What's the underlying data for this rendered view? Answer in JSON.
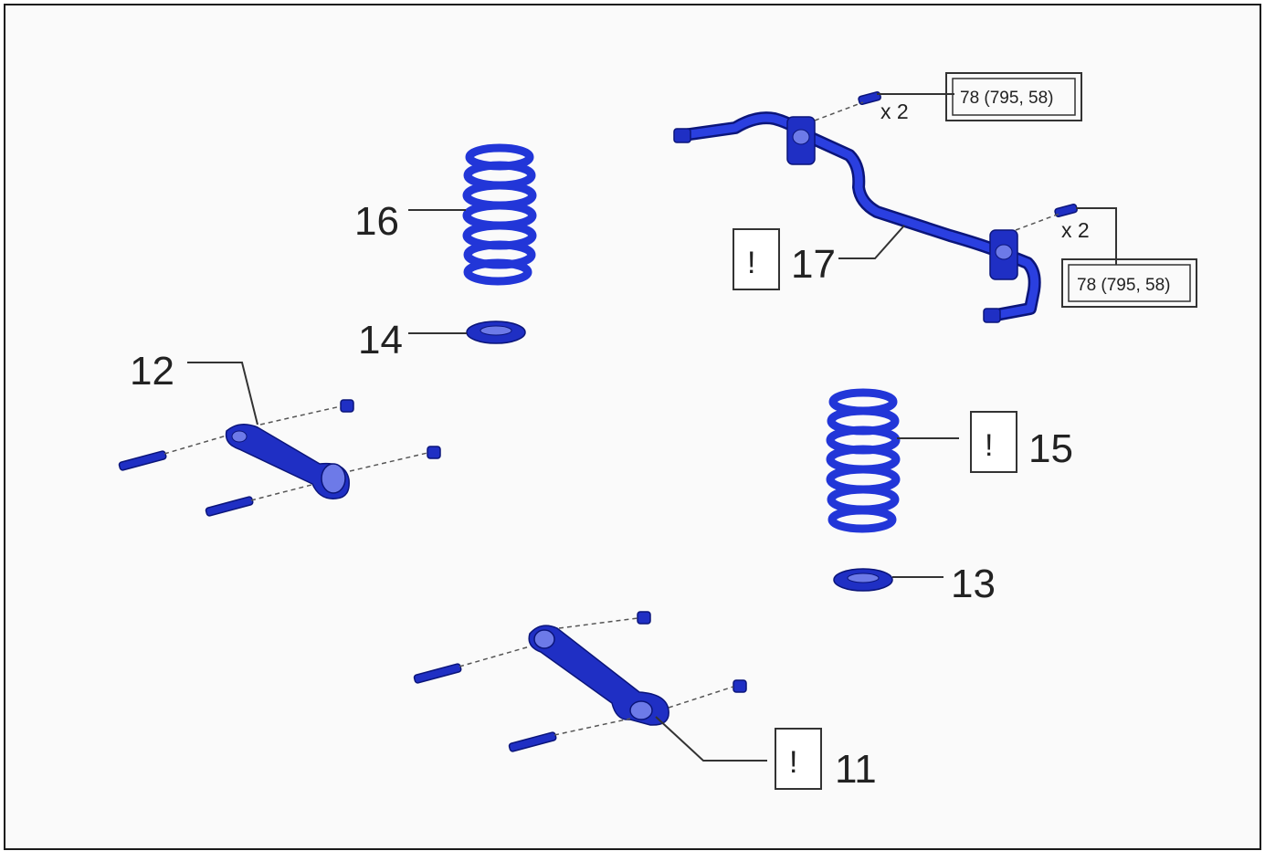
{
  "parts": [
    {
      "id": "p11",
      "number": "11",
      "notice": true
    },
    {
      "id": "p12",
      "number": "12",
      "notice": false
    },
    {
      "id": "p13",
      "number": "13",
      "notice": false
    },
    {
      "id": "p14",
      "number": "14",
      "notice": false
    },
    {
      "id": "p15",
      "number": "15",
      "notice": true
    },
    {
      "id": "p16",
      "number": "16",
      "notice": false
    },
    {
      "id": "p17",
      "number": "17",
      "notice": true
    }
  ],
  "notice_symbol": "!",
  "torque": [
    {
      "value": "78 (795, 58)",
      "qty": "x 2"
    },
    {
      "value": "78 (795, 58)",
      "qty": "x 2"
    }
  ],
  "colors": {
    "part": "#1f2fc4",
    "background": "#fafafa",
    "frame": "#1a1a1a"
  }
}
